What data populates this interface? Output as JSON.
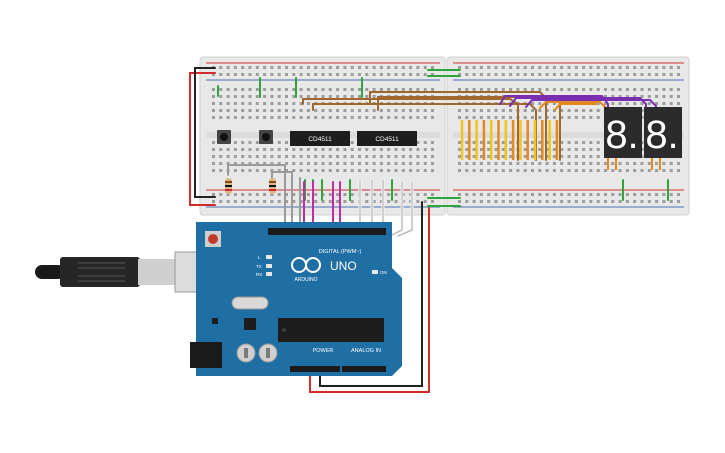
{
  "circuit": {
    "chips": [
      {
        "label": "CD4511"
      },
      {
        "label": "CD4511"
      }
    ],
    "arduino": {
      "model_label": "UNO",
      "brand_label": "ARDUINO",
      "digital_header_label": "DIGITAL (PWM~)",
      "power_label": "POWER",
      "analog_label": "ANALOG IN",
      "on_label": "ON",
      "tx_label": "TX",
      "rx_label": "RX",
      "l_label": "L"
    },
    "display": {
      "digits": [
        "8.",
        "8."
      ]
    },
    "colors": {
      "breadboard": "#e7e7e7",
      "rail_red": "#d03434",
      "rail_blue": "#4a6fb5",
      "arduino_board": "#1f6fa4",
      "chip_body": "#1d1d1d",
      "display_body": "#2b2b2b",
      "wire_red": "#d52a2a",
      "wire_black": "#222222",
      "wire_green": "#2ea43a",
      "wire_magenta": "#c02ca4",
      "wire_brown": "#a0672f",
      "wire_purple": "#7a2fb0",
      "wire_orange": "#e38a1f",
      "wire_yellow": "#f0c419",
      "wire_gray": "#9a9a9a",
      "wire_white": "#f5f5f5"
    }
  }
}
